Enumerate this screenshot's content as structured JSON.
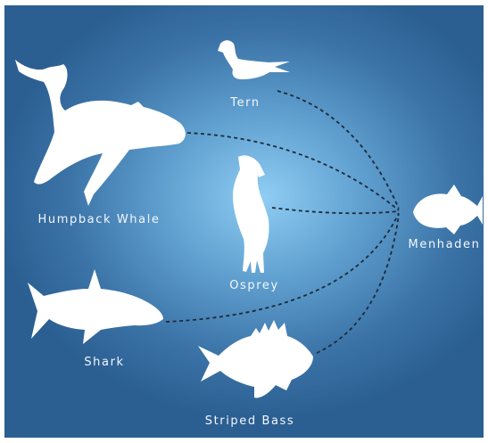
{
  "diagram": {
    "colors": {
      "background_center": "#8fcdf3",
      "background_edge": "#2b5f92",
      "silhouette": "#ffffff",
      "connector": "#1d2a3a",
      "label": "#f4f7fb"
    },
    "hub": "Menhaden",
    "organisms": [
      {
        "id": "tern",
        "label": "Tern",
        "icon": "tern-icon"
      },
      {
        "id": "humpback-whale",
        "label": "Humpback Whale",
        "icon": "whale-icon"
      },
      {
        "id": "osprey",
        "label": "Osprey",
        "icon": "osprey-icon"
      },
      {
        "id": "menhaden",
        "label": "Menhaden",
        "icon": "menhaden-icon"
      },
      {
        "id": "shark",
        "label": "Shark",
        "icon": "shark-icon"
      },
      {
        "id": "striped-bass",
        "label": "Striped Bass",
        "icon": "striped-bass-icon"
      }
    ],
    "links": [
      {
        "from": "tern",
        "to": "menhaden",
        "style": "dashed"
      },
      {
        "from": "humpback-whale",
        "to": "menhaden",
        "style": "dashed"
      },
      {
        "from": "osprey",
        "to": "menhaden",
        "style": "dashed"
      },
      {
        "from": "shark",
        "to": "menhaden",
        "style": "dashed"
      },
      {
        "from": "striped-bass",
        "to": "menhaden",
        "style": "dashed"
      }
    ]
  }
}
